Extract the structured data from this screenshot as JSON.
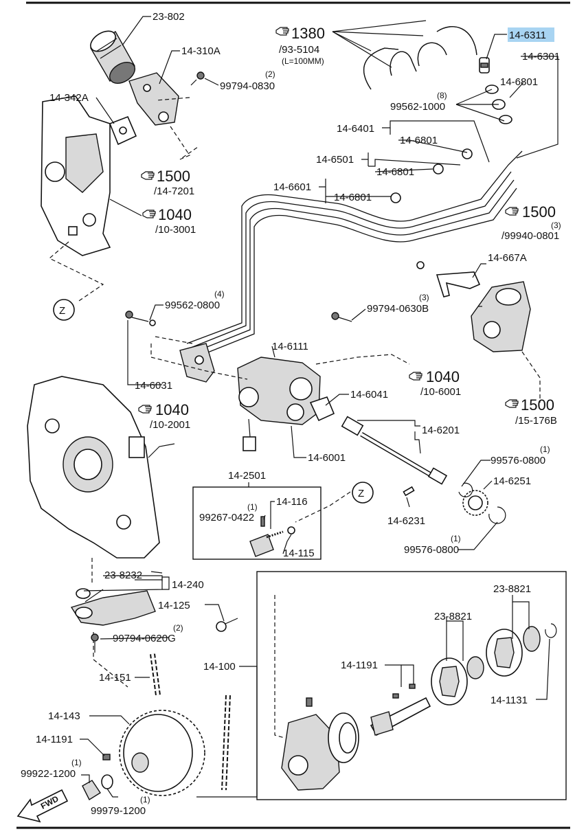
{
  "highlight_color": "#a8d4f2",
  "border_color": "#111111",
  "fwd": "FWD",
  "circle_z": "Z",
  "labels": {
    "p23_802": "23-802",
    "p14_310A": "14-310A",
    "q2a": "(2)",
    "p99794_0830": "99794-0830",
    "p14_342A": "14-342A",
    "ref1380": "1380",
    "ref1380_sub": "/93-5104",
    "ref1380_note": "(L=100MM)",
    "p14_6311": "14-6311",
    "p14_6301": "14-6301",
    "p14_6801a": "14-6801",
    "q8": "(8)",
    "p99562_1000": "99562-1000",
    "p14_6401": "14-6401",
    "p14_6801b": "14-6801",
    "p14_6501": "14-6501",
    "p14_6801c": "14-6801",
    "p14_6601": "14-6601",
    "p14_6801d": "14-6801",
    "ref1500a": "1500",
    "ref1500a_sub": "/14-7201",
    "ref1040a": "1040",
    "ref1040a_sub": "/10-3001",
    "ref1500b": "1500",
    "q3a": "(3)",
    "p99940_0801": "/99940-0801",
    "p14_667A": "14-667A",
    "q4": "(4)",
    "p99562_0800": "99562-0800",
    "q3b": "(3)",
    "p99794_0630B": "99794-0630B",
    "p14_6111": "14-6111",
    "ref1040b": "1040",
    "ref1040b_sub": "/10-6001",
    "p14_6031": "14-6031",
    "p14_6041": "14-6041",
    "ref1040c": "1040",
    "ref1040c_sub": "/10-2001",
    "p14_6201": "14-6201",
    "p14_6001": "14-6001",
    "ref1500c": "1500",
    "ref1500c_sub": "/15-176B",
    "q1a": "(1)",
    "p99576_0800a": "99576-0800",
    "p14_6251": "14-6251",
    "p14_2501": "14-2501",
    "q1b": "(1)",
    "p14_116": "14-116",
    "p99267_0422": "99267-0422",
    "p14_115": "14-115",
    "p14_6231": "14-6231",
    "q1c": "(1)",
    "p99576_0800b": "99576-0800",
    "p23_8232": "23-8232",
    "p14_240": "14-240",
    "q2b": "(2)",
    "p99794_0620G": "99794-0620G",
    "p14_125": "14-125",
    "p23_8821a": "23-8821",
    "p23_8821b": "23-8821",
    "p14_151": "14-151",
    "p14_100": "14-100",
    "p14_1191a": "14-1191",
    "p14_1131": "14-1131",
    "p14_143": "14-143",
    "p14_1191b": "14-1191",
    "q1d": "(1)",
    "p99922_1200": "99922-1200",
    "q1e": "(1)",
    "p99979_1200": "99979-1200"
  }
}
